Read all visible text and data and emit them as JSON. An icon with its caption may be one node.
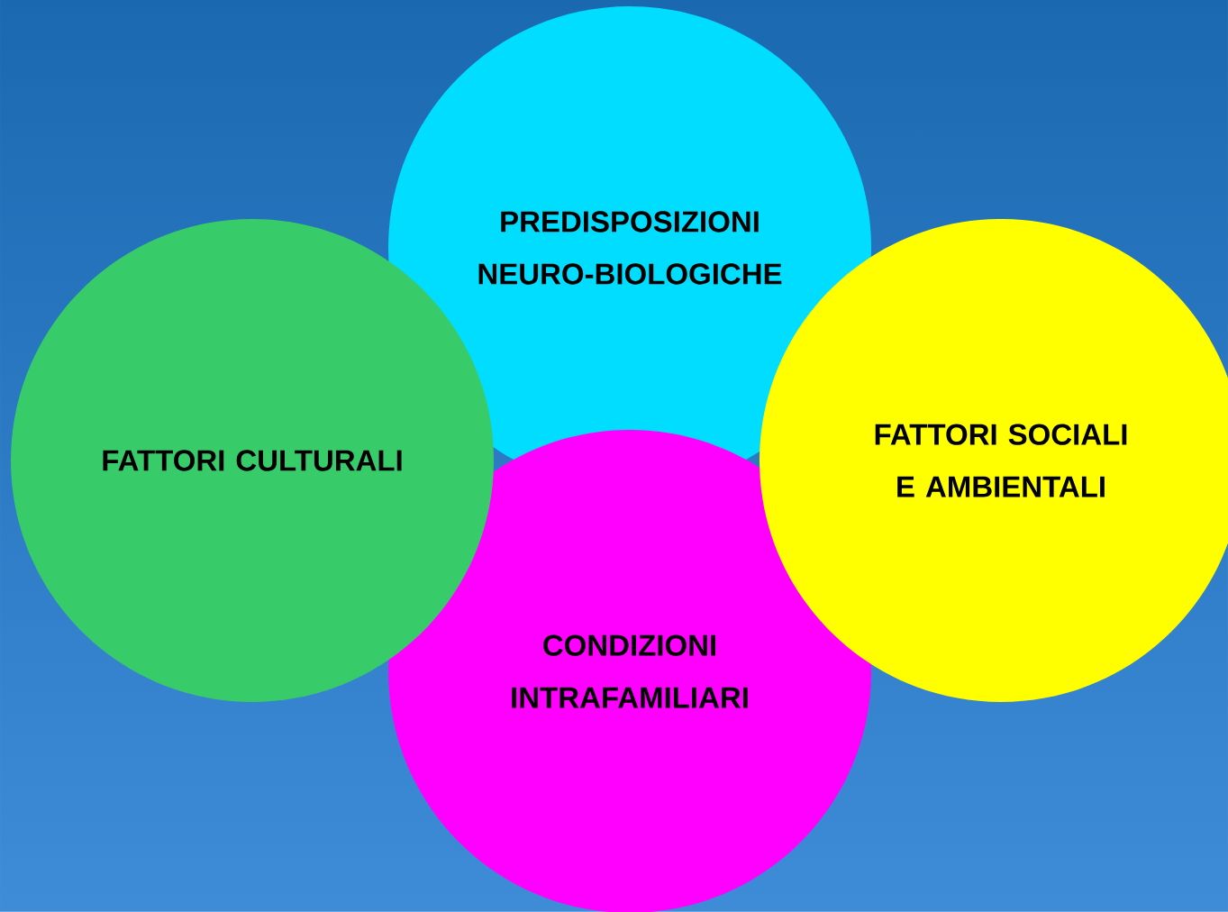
{
  "diagram": {
    "nodes": [
      {
        "text": [
          "PREDISPOSIZIONI NEURO-BIOLOGICHE"
        ]
      },
      {
        "text": [
          "FATTORI CULTURALI"
        ]
      },
      {
        "text": [
          "FATTORI SOCIALI E AMBIENTALI"
        ]
      },
      {
        "text": [
          "CONDIZIONI INTRAFAMILIARI"
        ]
      }
    ]
  }
}
